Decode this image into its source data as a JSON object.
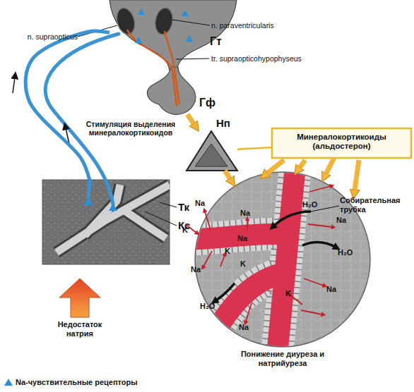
{
  "diagram": {
    "nodes": [
      {
        "text": [
          "Гт"
        ]
      },
      {
        "text": [
          "Гф"
        ]
      },
      {
        "text": [
          "Нп"
        ]
      },
      {
        "text": [
          "Минералокортикоиды (альдостерон)"
        ]
      },
      {
        "text": [
          "Тк",
          "Кс"
        ]
      },
      {
        "text": [
          "Понижение диуреза и натрийуреза"
        ]
      }
    ],
    "edges": [
      {
        "from": 1,
        "to": 2,
        "arrow": "to"
      },
      {
        "from": 2,
        "to": 5,
        "arrow": "to"
      },
      {
        "from": 3,
        "to": 5,
        "arrow": "to"
      },
      {
        "from": 2,
        "to": 3,
        "arrow": "none"
      },
      {
        "from": 4,
        "to": 0,
        "arrow": "none"
      }
    ],
    "labels": [
      "n. supraopticus",
      "n. paraventricularis",
      "tr. supraopticohypophyseus",
      "Стимуляция выделения минералокортикоидов",
      "Недостаток натрия",
      "Собирательная трубка",
      "Na",
      "H₂O",
      "Na",
      "Na",
      "K",
      "Na",
      "K",
      "K",
      "H₂O",
      "Na",
      "H₂O",
      "K",
      "Na",
      "Na"
    ],
    "legend": [
      {
        "text": "Na-чувствительные рецепторы"
      }
    ]
  }
}
